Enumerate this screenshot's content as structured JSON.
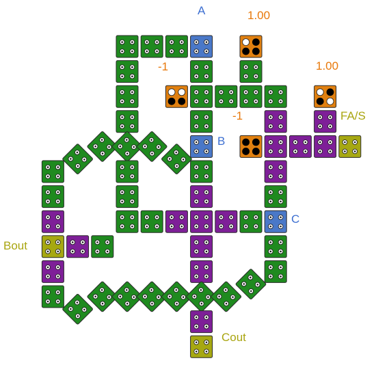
{
  "colors": {
    "green": "#1f8a1f",
    "purple": "#7e1f98",
    "blue": "#4a78c8",
    "orange": "#e08010",
    "olive": "#a6a812",
    "edge": "#2a2a2a",
    "pip_white": "#ffffff",
    "pip_black": "#000000"
  },
  "labels": {
    "a": "A",
    "b": "B",
    "c": "C",
    "fas": "FA/S",
    "bout": "Bout",
    "cout": "Cout",
    "val_1_00_top": "1.00",
    "val_1_00_right": "1.00",
    "val_neg1_left": "-1",
    "val_neg1_mid": "-1"
  },
  "tiles": [
    {
      "c": "green",
      "r": 0,
      "q": 5
    },
    {
      "c": "green",
      "r": 0,
      "q": 6
    },
    {
      "c": "green",
      "r": 0,
      "q": 7
    },
    {
      "c": "blue",
      "r": 0,
      "q": 8
    },
    {
      "c": "orange",
      "r": 0,
      "q": 10,
      "black": [
        1,
        2,
        3
      ]
    },
    {
      "c": "green",
      "r": 1,
      "q": 5
    },
    {
      "c": "green",
      "r": 1,
      "q": 8
    },
    {
      "c": "green",
      "r": 1,
      "q": 10
    },
    {
      "c": "green",
      "r": 2,
      "q": 5
    },
    {
      "c": "orange",
      "r": 2,
      "q": 7,
      "black": [
        2,
        3
      ]
    },
    {
      "c": "green",
      "r": 2,
      "q": 8
    },
    {
      "c": "green",
      "r": 2,
      "q": 9
    },
    {
      "c": "green",
      "r": 2,
      "q": 10
    },
    {
      "c": "green",
      "r": 2,
      "q": 11
    },
    {
      "c": "orange",
      "r": 2,
      "q": 13,
      "black": [
        1,
        2
      ]
    },
    {
      "c": "green",
      "r": 3,
      "q": 5
    },
    {
      "c": "green",
      "r": 3,
      "q": 8
    },
    {
      "c": "purple",
      "r": 3,
      "q": 11
    },
    {
      "c": "purple",
      "r": 3,
      "q": 13
    },
    {
      "c": "green",
      "r": 4,
      "q": 4,
      "rot": true
    },
    {
      "c": "green",
      "r": 4,
      "q": 5,
      "rot": true
    },
    {
      "c": "green",
      "r": 4,
      "q": 6,
      "rot": true
    },
    {
      "c": "blue",
      "r": 4,
      "q": 8
    },
    {
      "c": "orange",
      "r": 4,
      "q": 10,
      "black": [
        0,
        1,
        2,
        3
      ]
    },
    {
      "c": "purple",
      "r": 4,
      "q": 11
    },
    {
      "c": "purple",
      "r": 4,
      "q": 12
    },
    {
      "c": "purple",
      "r": 4,
      "q": 13
    },
    {
      "c": "olive",
      "r": 4,
      "q": 14
    },
    {
      "c": "green",
      "r": 4.5,
      "q": 3,
      "rot": true
    },
    {
      "c": "green",
      "r": 4.5,
      "q": 7,
      "rot": true
    },
    {
      "c": "green",
      "r": 5,
      "q": 2
    },
    {
      "c": "green",
      "r": 5,
      "q": 5
    },
    {
      "c": "green",
      "r": 5,
      "q": 8
    },
    {
      "c": "purple",
      "r": 5,
      "q": 11
    },
    {
      "c": "green",
      "r": 6,
      "q": 2
    },
    {
      "c": "green",
      "r": 6,
      "q": 5
    },
    {
      "c": "purple",
      "r": 6,
      "q": 8
    },
    {
      "c": "green",
      "r": 6,
      "q": 11
    },
    {
      "c": "purple",
      "r": 7,
      "q": 2
    },
    {
      "c": "green",
      "r": 7,
      "q": 5
    },
    {
      "c": "green",
      "r": 7,
      "q": 6
    },
    {
      "c": "purple",
      "r": 7,
      "q": 7
    },
    {
      "c": "purple",
      "r": 7,
      "q": 8
    },
    {
      "c": "purple",
      "r": 7,
      "q": 9
    },
    {
      "c": "green",
      "r": 7,
      "q": 10
    },
    {
      "c": "blue",
      "r": 7,
      "q": 11
    },
    {
      "c": "olive",
      "r": 8,
      "q": 2
    },
    {
      "c": "purple",
      "r": 8,
      "q": 3
    },
    {
      "c": "green",
      "r": 8,
      "q": 4
    },
    {
      "c": "purple",
      "r": 8,
      "q": 8
    },
    {
      "c": "green",
      "r": 8,
      "q": 11
    },
    {
      "c": "purple",
      "r": 9,
      "q": 2
    },
    {
      "c": "purple",
      "r": 9,
      "q": 8
    },
    {
      "c": "green",
      "r": 9,
      "q": 11
    },
    {
      "c": "green",
      "r": 9.5,
      "q": 10,
      "rot": true
    },
    {
      "c": "green",
      "r": 10,
      "q": 2
    },
    {
      "c": "green",
      "r": 10,
      "q": 4,
      "rot": true
    },
    {
      "c": "green",
      "r": 10,
      "q": 5,
      "rot": true
    },
    {
      "c": "green",
      "r": 10,
      "q": 6,
      "rot": true
    },
    {
      "c": "green",
      "r": 10,
      "q": 7,
      "rot": true
    },
    {
      "c": "green",
      "r": 10,
      "q": 8,
      "rot": true
    },
    {
      "c": "green",
      "r": 10,
      "q": 9,
      "rot": true
    },
    {
      "c": "green",
      "r": 10.5,
      "q": 3,
      "rot": true
    },
    {
      "c": "purple",
      "r": 11,
      "q": 8
    },
    {
      "c": "olive",
      "r": 12,
      "q": 8
    }
  ]
}
